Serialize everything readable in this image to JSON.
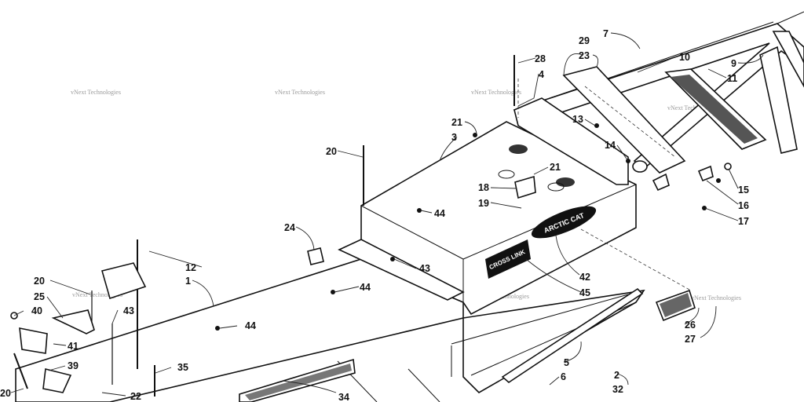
{
  "watermark": {
    "text": "vNext Technologies"
  },
  "logos": {
    "arctic_cat": "ARCTIC CAT",
    "cross_link": "CROSS LINK"
  },
  "callouts": [
    "1",
    "2",
    "3",
    "4",
    "5",
    "6",
    "7",
    "9",
    "10",
    "11",
    "12",
    "13",
    "14",
    "15",
    "16",
    "17",
    "18",
    "19",
    "20",
    "20",
    "20",
    "21",
    "21",
    "22",
    "23",
    "24",
    "25",
    "26",
    "27",
    "28",
    "29",
    "32",
    "34",
    "35",
    "39",
    "40",
    "41",
    "42",
    "43",
    "43",
    "44",
    "44",
    "44",
    "45"
  ]
}
